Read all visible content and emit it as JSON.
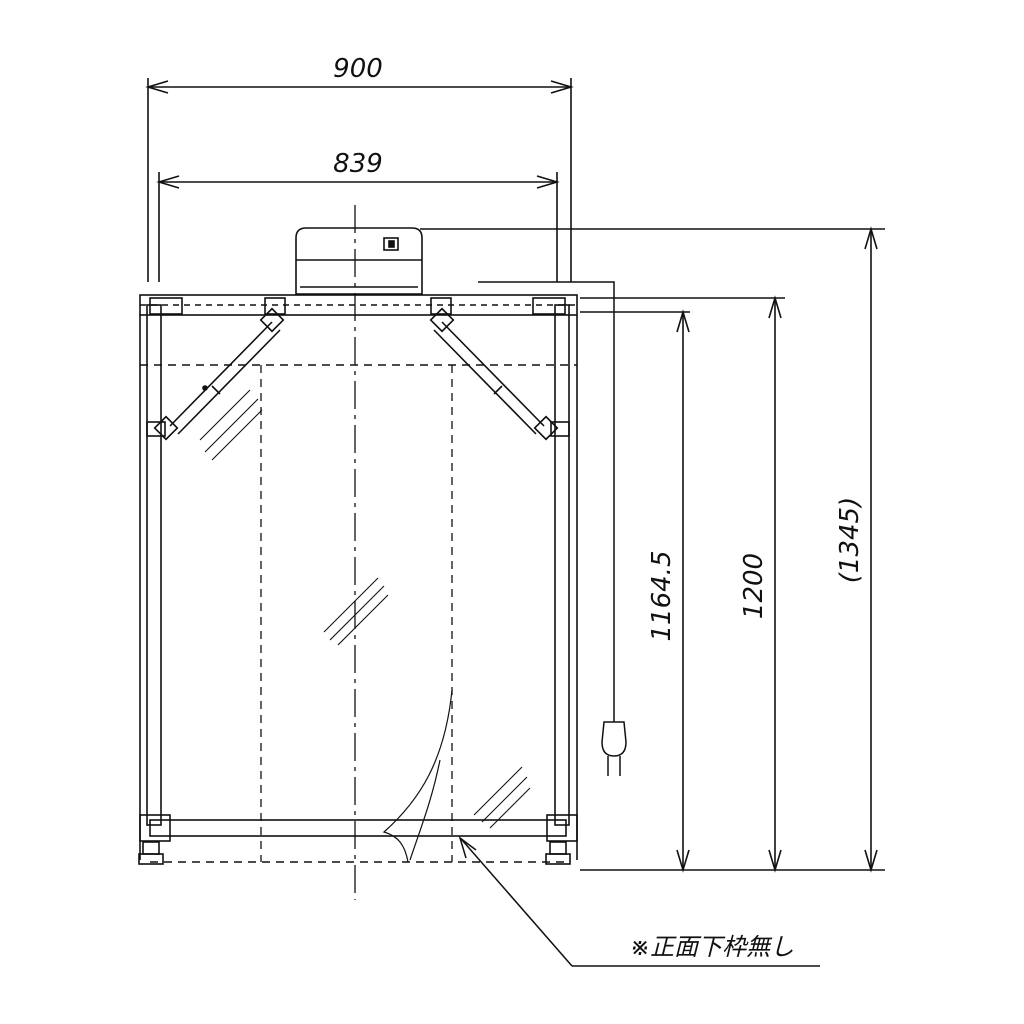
{
  "dimensions": {
    "overall_width": "900",
    "inner_width": "839",
    "height_inner": "1164.5",
    "height_frame": "1200",
    "height_total": "(1345)"
  },
  "note": "※正面下枠無し"
}
